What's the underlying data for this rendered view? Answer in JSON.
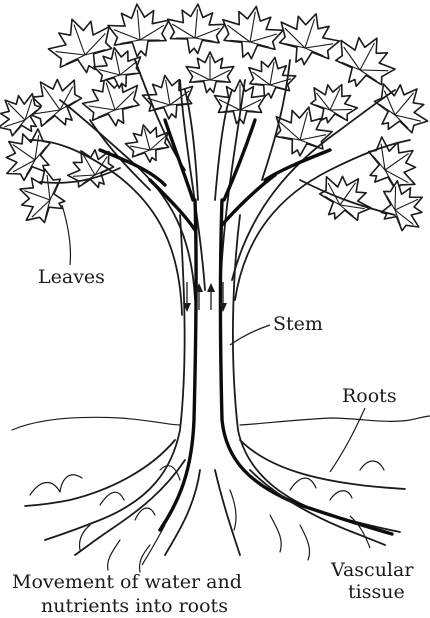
{
  "labels": {
    "leaves": "Leaves",
    "stem": "Stem",
    "roots": "Roots",
    "vascular_line1": "Vascular",
    "vascular_line2": "tissue",
    "movement_line1": "Movement of water and",
    "movement_line2": "nutrients into roots"
  },
  "icons": {
    "crown": "maple-leaf-crown",
    "arrows": "flow-arrows"
  }
}
